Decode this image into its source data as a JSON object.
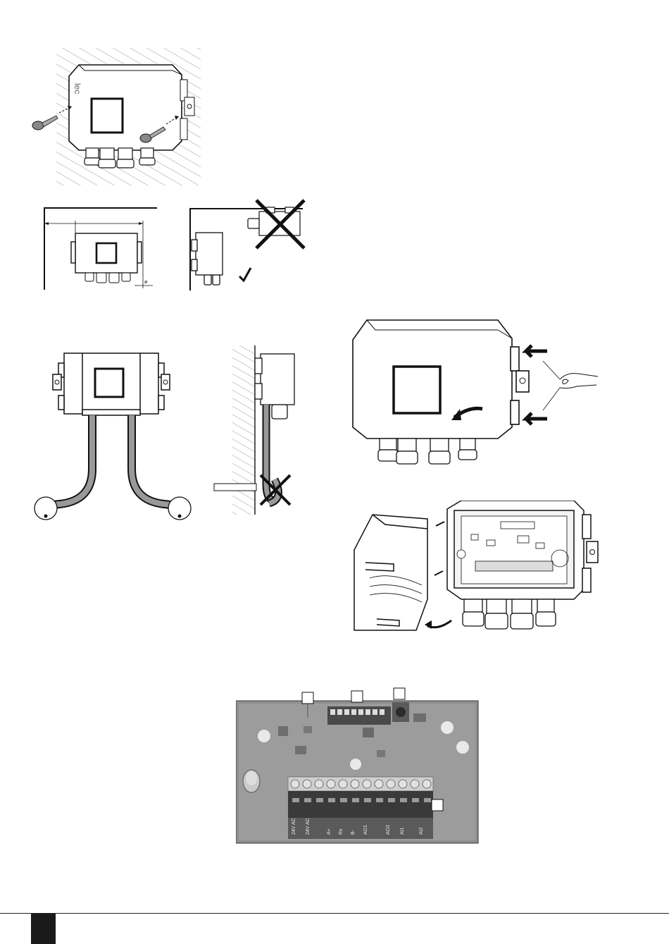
{
  "figures": {
    "wall_mount": {
      "device_logo": "lec"
    },
    "pcb_photo": {
      "terminal_labels": [
        "24V AC",
        "24V AC",
        "A+",
        "Rx",
        "B-",
        "AO1",
        "AO2",
        "AI1",
        "AI2"
      ]
    }
  }
}
